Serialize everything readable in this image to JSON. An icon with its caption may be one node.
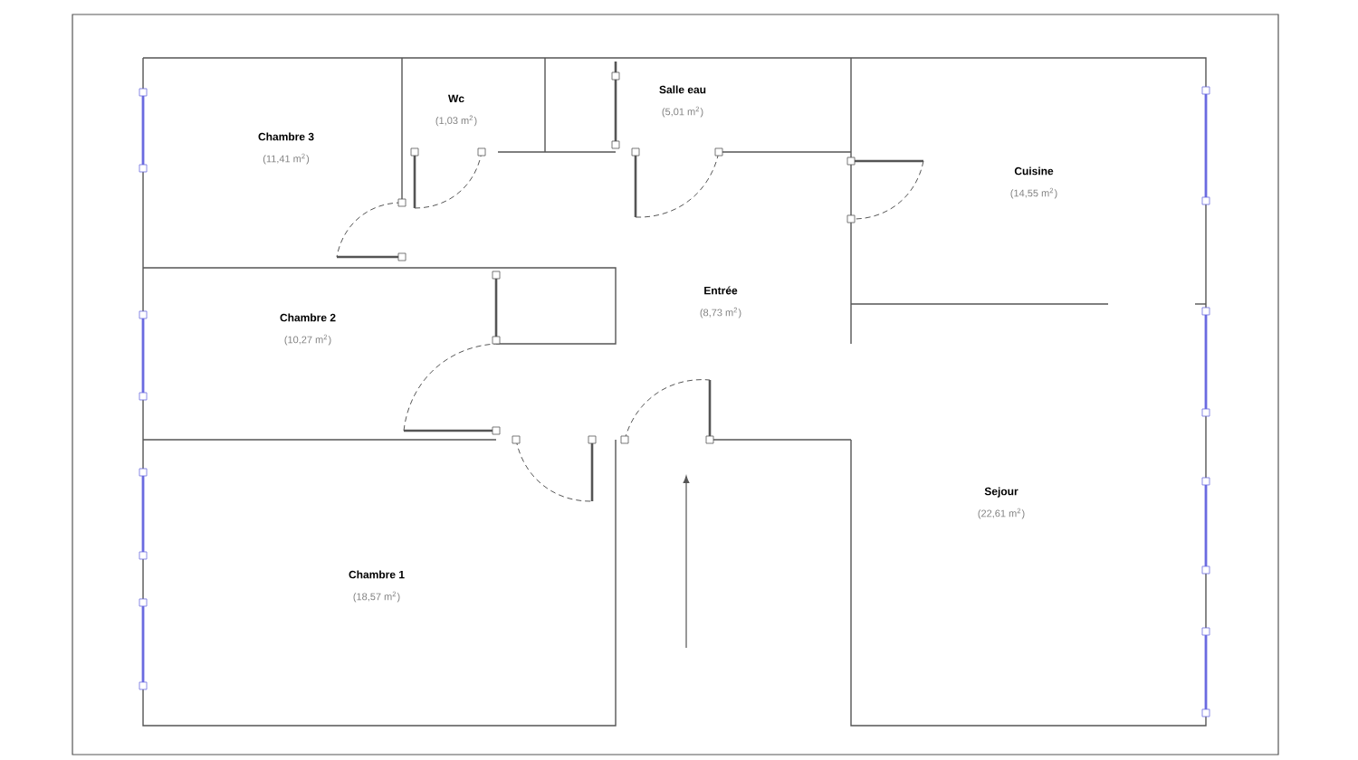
{
  "diagram": {
    "nodes": [
      {
        "text": [
          "Chambre 3",
          "(11,41 m$^{2}$)"
        ]
      },
      {
        "text": [
          "Wc",
          "(1,03 m$^{2}$)"
        ]
      },
      {
        "text": [
          "Salle eau",
          "(5,01 m$^{2}$)"
        ]
      },
      {
        "text": [
          "Cuisine",
          "(14,55 m$^{2}$)"
        ]
      },
      {
        "text": [
          "Chambre 2",
          "(10,27 m$^{2}$)"
        ]
      },
      {
        "text": [
          "Entrée",
          "(8,73 m$^{2}$)"
        ]
      },
      {
        "text": [
          "Chambre 1",
          "(18,57 m$^{2}$)"
        ]
      },
      {
        "text": [
          "Sejour",
          "(22,61 m$^{2}$)"
        ]
      }
    ]
  }
}
